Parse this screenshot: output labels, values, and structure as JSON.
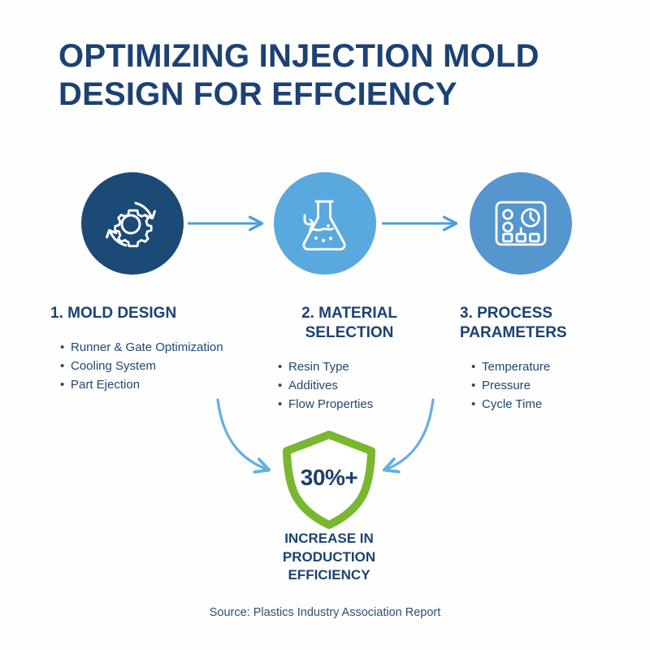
{
  "title": {
    "line1": "OPTIMIZING INJECTION MOLD",
    "line2": "DESIGN FOR EFFCIENCY"
  },
  "colors": {
    "navy_text": "#1c4274",
    "circle_1": "#1b4a77",
    "circle_2": "#5aa9de",
    "circle_3": "#5596ce",
    "arrow_blue": "#4d9fd8",
    "shield_green": "#7ab731",
    "background": "#fefefe"
  },
  "steps": [
    {
      "circle_icon": "gear-refresh-icon",
      "circle_color": "#1b4a77",
      "heading": "1. MOLD DESIGN",
      "heading_lines": [
        "1. MOLD DESIGN"
      ],
      "bullets": [
        "Runner & Gate Optimization",
        "Cooling System",
        "Part Ejection"
      ]
    },
    {
      "circle_icon": "flask-icon",
      "circle_color": "#5aa9de",
      "heading": "2. MATERIAL SELECTION",
      "heading_lines": [
        "2. MATERIAL",
        "SELECTION"
      ],
      "bullets": [
        "Resin Type",
        "Additives",
        "Flow Properties"
      ]
    },
    {
      "circle_icon": "control-panel-icon",
      "circle_color": "#5596ce",
      "heading": "3. PROCESS PARAMETERS",
      "heading_lines": [
        "3. PROCESS",
        "PARAMETERS"
      ],
      "bullets": [
        "Temperature",
        "Pressure",
        "Cycle Time"
      ]
    }
  ],
  "connectors": [
    {
      "name": "arrow-step1-to-step2",
      "style": "straight-right"
    },
    {
      "name": "arrow-step2-to-step3",
      "style": "straight-right"
    },
    {
      "name": "arrow-left-to-result",
      "style": "curved-down-right"
    },
    {
      "name": "arrow-right-to-result",
      "style": "curved-down-left"
    }
  ],
  "result": {
    "icon": "shield-icon",
    "value": "30%+",
    "caption_lines": [
      "INCREASE IN",
      "PRODUCTION",
      "EFFICIENCY"
    ]
  },
  "source": {
    "text": "Source: Plastics Industry Association Report"
  }
}
